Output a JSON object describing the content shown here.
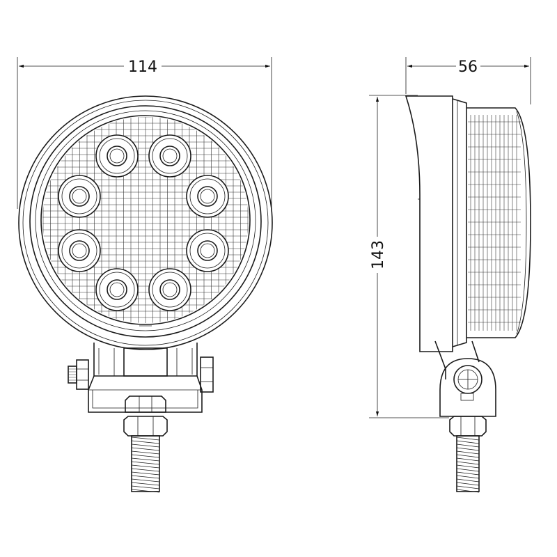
{
  "drawing": {
    "front_view": {
      "width_label": "114"
    },
    "side_view": {
      "depth_label": "56",
      "height_label": "143"
    },
    "colors": {
      "line": "#1a1a1a",
      "background": "#ffffff"
    }
  }
}
